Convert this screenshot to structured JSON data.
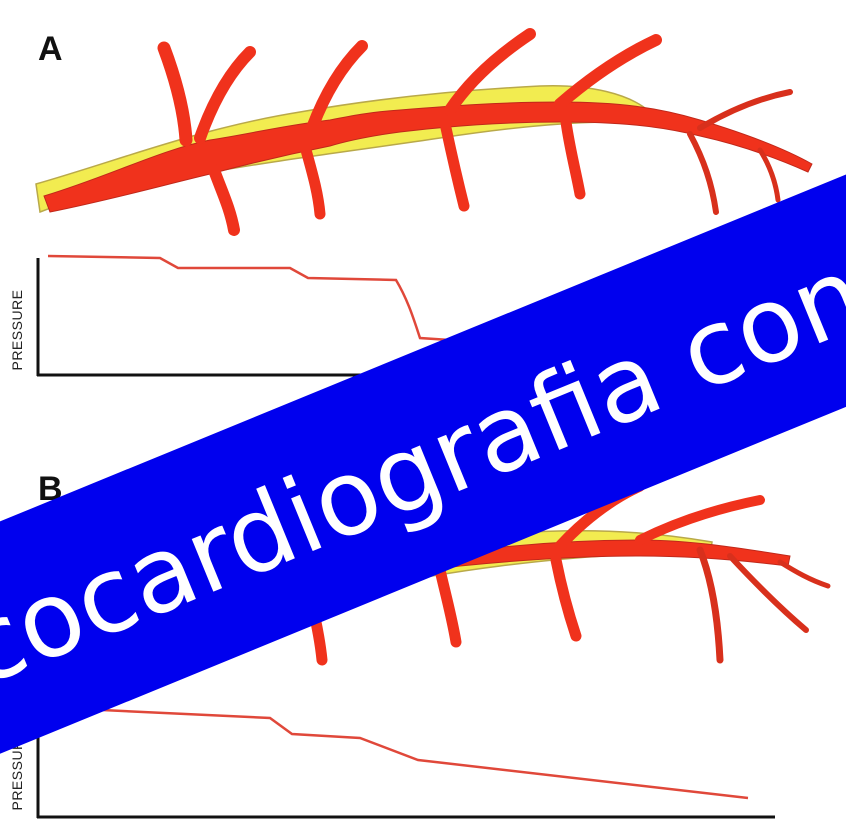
{
  "panels": [
    {
      "letter": "A",
      "axis_label": "PRESSURE"
    },
    {
      "letter": "B",
      "axis_label": "PRESSURE"
    }
  ],
  "banner": {
    "text": "Ecocardiografia con",
    "color": "#0000ee"
  },
  "colors": {
    "artery": "#f0321c",
    "plaque": "#f2ec50",
    "pressure_curve": "#e0483a",
    "axis": "#111111"
  }
}
